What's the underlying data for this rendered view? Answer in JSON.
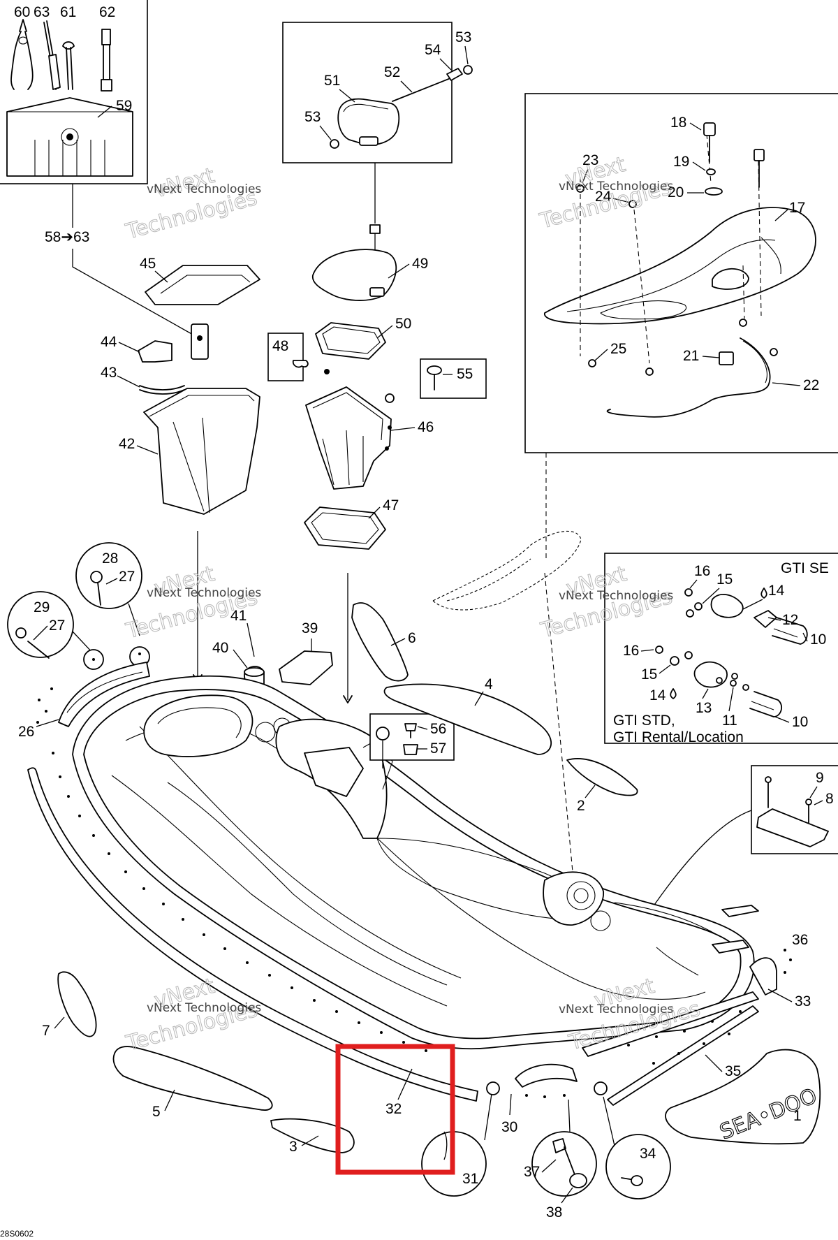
{
  "diagram_ref": "28S0602",
  "watermark": {
    "line1": "vNext",
    "line2": "Technologies",
    "full": "vNext Technologies"
  },
  "callouts": {
    "p1": "1",
    "p2": "2",
    "p3": "3",
    "p4": "4",
    "p5": "5",
    "p6": "6",
    "p7": "7",
    "p8": "8",
    "p9": "9",
    "p10": "10",
    "p11": "11",
    "p12": "12",
    "p13": "13",
    "p14": "14",
    "p15": "15",
    "p16": "16",
    "p17": "17",
    "p18": "18",
    "p19": "19",
    "p20": "20",
    "p21": "21",
    "p22": "22",
    "p23": "23",
    "p24": "24",
    "p25": "25",
    "p26": "26",
    "p27": "27",
    "p28": "28",
    "p29": "29",
    "p30": "30",
    "p31": "31",
    "p32": "32",
    "p33": "33",
    "p34": "34",
    "p35": "35",
    "p36": "36",
    "p37": "37",
    "p38": "38",
    "p39": "39",
    "p40": "40",
    "p41": "41",
    "p42": "42",
    "p43": "43",
    "p44": "44",
    "p45": "45",
    "p46": "46",
    "p47": "47",
    "p48": "48",
    "p49": "49",
    "p50": "50",
    "p51": "51",
    "p52": "52",
    "p53": "53",
    "p54": "54",
    "p55": "55",
    "p56": "56",
    "p57": "57",
    "p59": "59",
    "p60": "60",
    "p61": "61",
    "p62": "62",
    "p63": "63",
    "range_58_63": "58➔63"
  },
  "variant_labels": {
    "gti_se": "GTI SE",
    "gti_std": "GTI STD,",
    "gti_rental": "GTI Rental/Location"
  },
  "hull_decal_text": "SEA•DOO",
  "highlight": {
    "target_part": "32",
    "color": "#e01e1e"
  }
}
